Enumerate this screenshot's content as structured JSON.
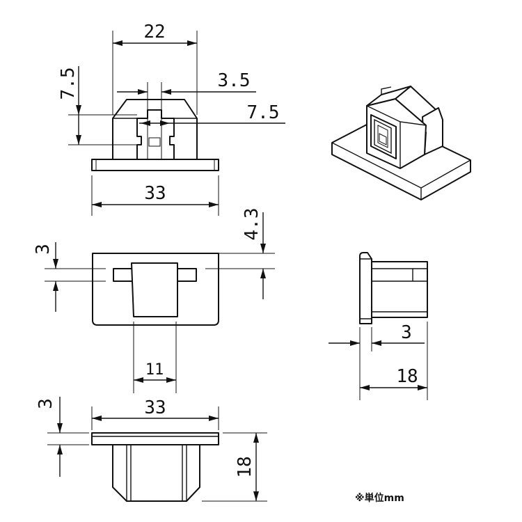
{
  "front_view": {
    "width_top": "22",
    "height_upper": "7.5",
    "slot_width": "3.5",
    "slot_height": "7.5",
    "base_width": "33"
  },
  "top_view": {
    "base_thickness": "3",
    "offset": "4.3",
    "boss_width": "11"
  },
  "bottom_view": {
    "base_thickness": "3",
    "width": "33",
    "height": "18"
  },
  "side_view": {
    "base_thickness": "3",
    "depth": "18"
  },
  "note": "※単位mm"
}
